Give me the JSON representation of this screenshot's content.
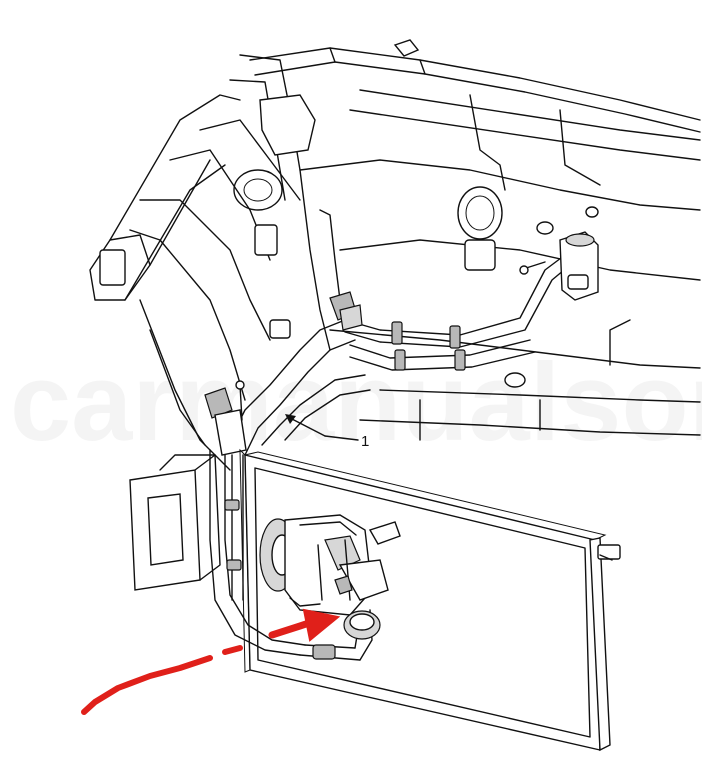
{
  "diagram": {
    "callouts": [
      {
        "id": "1",
        "label": "1"
      }
    ],
    "annotation": {
      "color": "#e0201a",
      "description_icon": "red-pointer-arrow"
    },
    "watermark": {
      "text": "carmanualsonline"
    }
  }
}
